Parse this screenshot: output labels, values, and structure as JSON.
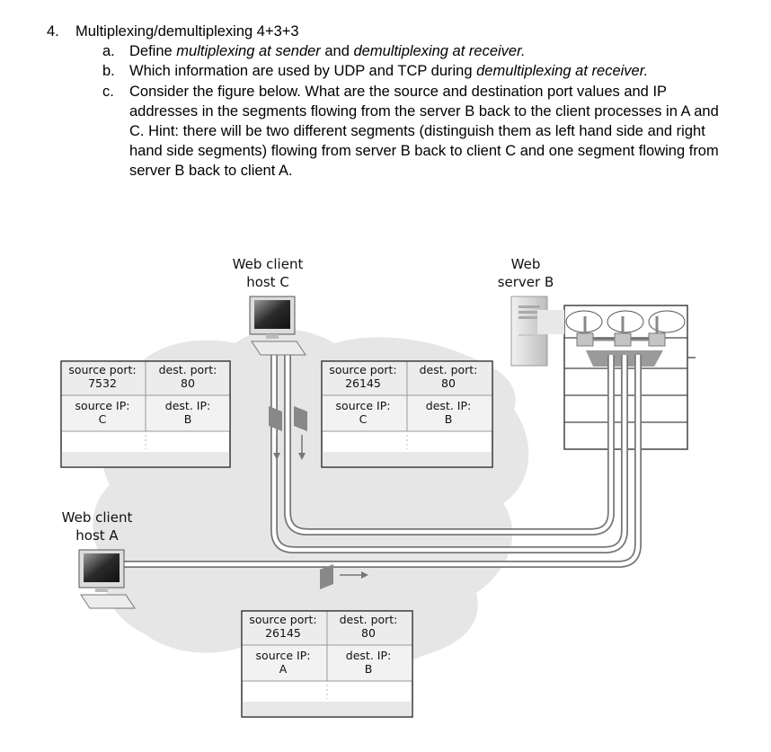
{
  "question": {
    "number": "4.",
    "title": "Multiplexing/demultiplexing 4+3+3",
    "items": [
      {
        "marker": "a.",
        "text_1": "Define ",
        "em_1": "multiplexing at sender",
        "text_2": " and ",
        "em_2": "demultiplexing at receiver.",
        "text_3": ""
      },
      {
        "marker": "b.",
        "text_1": "Which information are used by UDP and TCP during ",
        "em_1": "demultiplexing at receiver.",
        "text_2": "",
        "em_2": "",
        "text_3": ""
      },
      {
        "marker": "c.",
        "text": "Consider the figure below. What are the source and destination port values and IP addresses in the segments flowing from the server B back to the client processes in A and C. Hint: there will be two different segments (distinguish them as left hand side and right hand side segments) flowing from server B back to client C and one segment flowing from server B back to client A."
      }
    ]
  },
  "figure": {
    "host_c": {
      "line1": "Web client",
      "line2": "host C"
    },
    "server_b": {
      "line1": "Web",
      "line2": "server B"
    },
    "host_a": {
      "line1": "Web client",
      "line2": "host A"
    },
    "segments": [
      {
        "source_port_label": "source port:",
        "source_port": "7532",
        "dest_port_label": "dest. port:",
        "dest_port": "80",
        "source_ip_label": "source IP:",
        "source_ip": "C",
        "dest_ip_label": "dest. IP:",
        "dest_ip": "B"
      },
      {
        "source_port_label": "source port:",
        "source_port": "26145",
        "dest_port_label": "dest. port:",
        "dest_port": "80",
        "source_ip_label": "source IP:",
        "source_ip": "C",
        "dest_ip_label": "dest. IP:",
        "dest_ip": "B"
      },
      {
        "source_port_label": "source port:",
        "source_port": "26145",
        "dest_port_label": "dest. port:",
        "dest_port": "80",
        "source_ip_label": "source IP:",
        "source_ip": "A",
        "dest_ip_label": "dest. IP:",
        "dest_ip": "B"
      }
    ]
  }
}
